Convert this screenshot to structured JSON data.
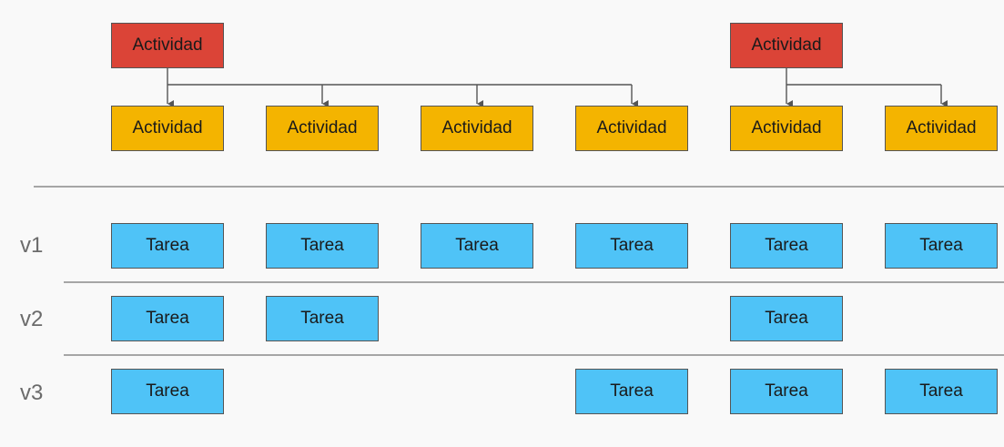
{
  "colors": {
    "parent_activity": "#db4437",
    "child_activity": "#f4b400",
    "task": "#4fc3f7",
    "connector": "#555555",
    "divider": "#a6a6a6",
    "version_label": "#6b6b6b"
  },
  "parent_activities": [
    {
      "label": "Actividad"
    },
    {
      "label": "Actividad"
    }
  ],
  "child_activities": [
    {
      "label": "Actividad"
    },
    {
      "label": "Actividad"
    },
    {
      "label": "Actividad"
    },
    {
      "label": "Actividad"
    },
    {
      "label": "Actividad"
    },
    {
      "label": "Actividad"
    }
  ],
  "versions": [
    {
      "label": "v1",
      "tasks": [
        "Tarea",
        "Tarea",
        "Tarea",
        "Tarea",
        "Tarea",
        "Tarea"
      ]
    },
    {
      "label": "v2",
      "tasks": [
        "Tarea",
        "Tarea",
        "",
        "",
        "Tarea",
        ""
      ]
    },
    {
      "label": "v3",
      "tasks": [
        "Tarea",
        "",
        "",
        "Tarea",
        "Tarea",
        "Tarea"
      ]
    }
  ]
}
